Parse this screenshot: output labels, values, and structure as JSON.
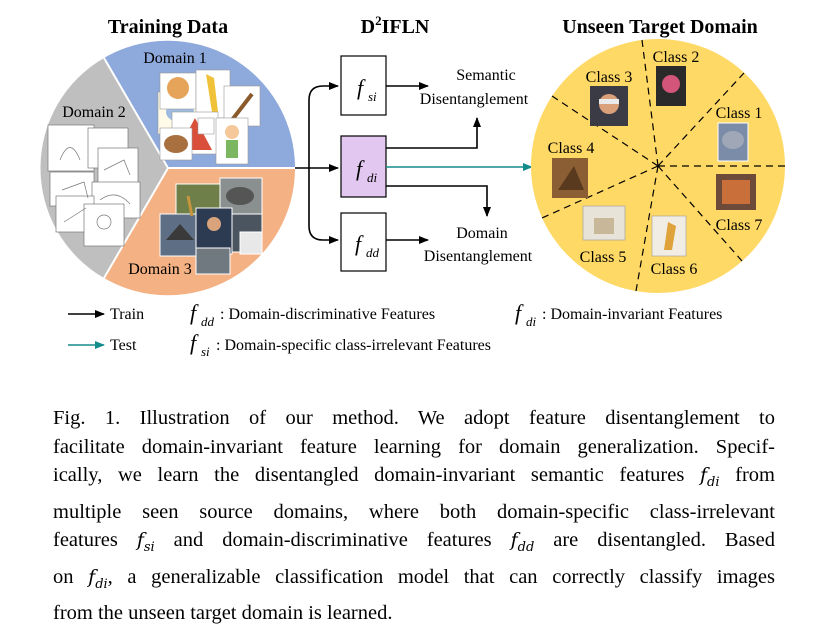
{
  "headings": {
    "training": "Training Data",
    "model_main": "D",
    "model_sup": "2",
    "model_rest": "IFLN",
    "target": "Unseen Target Domain"
  },
  "domains": [
    "Domain 1",
    "Domain 2",
    "Domain 3"
  ],
  "features": {
    "si": {
      "f": "f",
      "sub": "si"
    },
    "di": {
      "f": "f",
      "sub": "di"
    },
    "dd": {
      "f": "f",
      "sub": "dd"
    }
  },
  "disentanglement": {
    "semantic_line1": "Semantic",
    "semantic_line2": "Disentanglement",
    "domain_line1": "Domain",
    "domain_line2": "Disentanglement"
  },
  "classes": [
    "Class 1",
    "Class 2",
    "Class 3",
    "Class 4",
    "Class 5",
    "Class 6",
    "Class 7"
  ],
  "legend": {
    "train": "Train",
    "test": "Test",
    "dd_desc": ":  Domain-discriminative Features",
    "di_desc": ":  Domain-invariant Features",
    "si_desc": ":  Domain-specific class-irrelevant Features"
  },
  "caption": {
    "line1": "Fig. 1.   Illustration of our method. We adopt feature disentanglement to",
    "line2": "facilitate domain-invariant feature learning for domain generalization. Specif-",
    "line3a": "ically, we learn the disentangled domain-invariant semantic features ",
    "line3b": " from",
    "line4": "multiple seen source domains, where both domain-specific class-irrelevant",
    "line5a": "features ",
    "line5b": " and domain-discriminative features ",
    "line5c": " are disentangled. Based",
    "line6a": "on ",
    "line6b": ", a generalizable classification model that can correctly classify images",
    "line7": "from the unseen target domain is learned.",
    "sym_f": "f",
    "sym_di": "di",
    "sym_si": "si",
    "sym_dd": "dd"
  },
  "colors": {
    "domain1": "#8ea9db",
    "domain2": "#bfbfbf",
    "domain3": "#f4b183",
    "target": "#ffd966",
    "fdi_box": "#e2c8f0",
    "test_arrow": "#138c8c"
  }
}
